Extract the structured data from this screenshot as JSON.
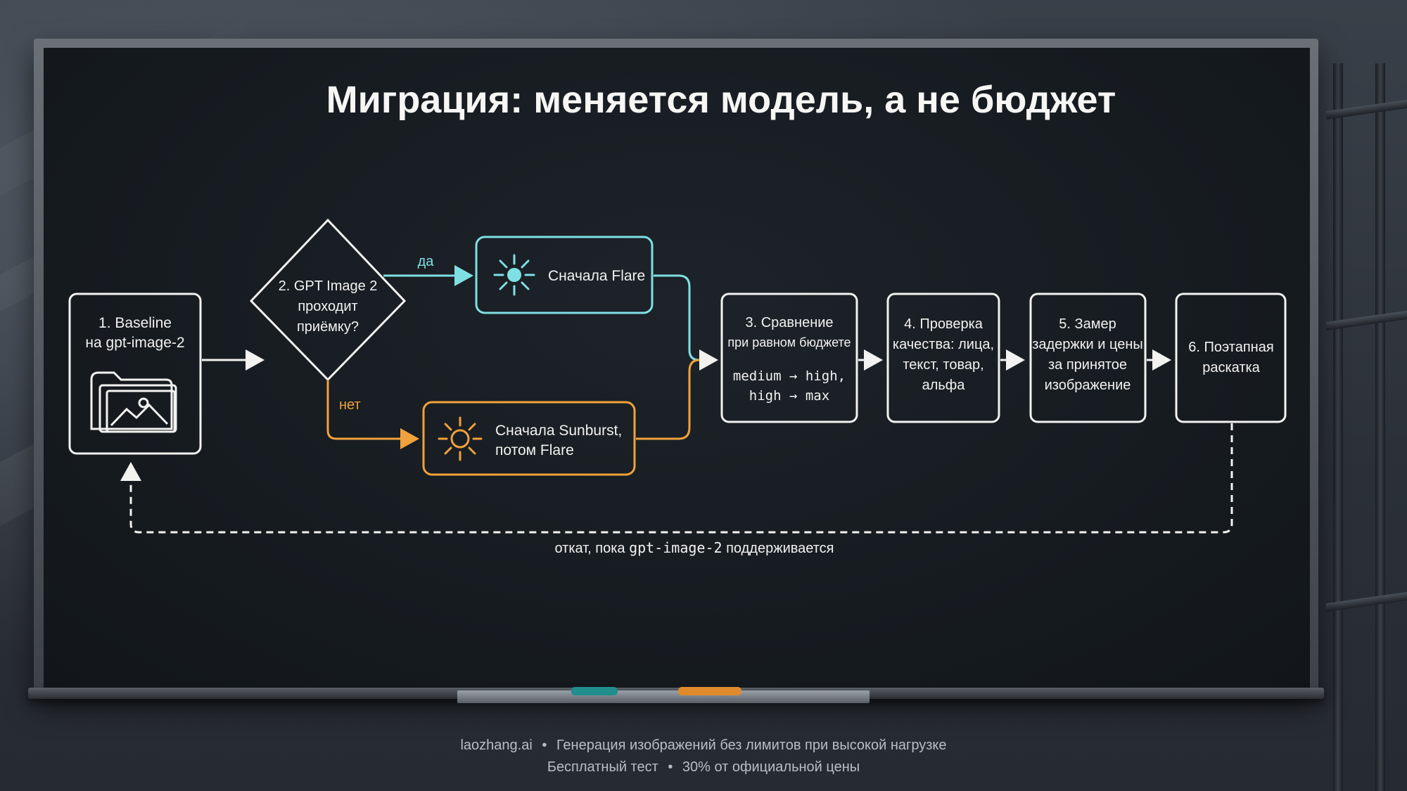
{
  "title": "Миграция: меняется модель, а не бюджет",
  "nodes": {
    "baseline": [
      "1. Baseline",
      "на gpt-image-2"
    ],
    "decision": [
      "2. GPT Image 2",
      "проходит",
      "приёмку?"
    ],
    "flare": "Сначала Flare",
    "sunburst": [
      "Сначала Sunburst,",
      "потом Flare"
    ],
    "compare": {
      "lines": [
        "3. Сравнение",
        "при равном бюджете"
      ],
      "code": [
        "medium → high,",
        "high → max"
      ]
    },
    "quality": [
      "4. Проверка",
      "качества: лица,",
      "текст, товар,",
      "альфа"
    ],
    "latency": [
      "5. Замер",
      "задержки и цены",
      "за принятое",
      "изображение"
    ],
    "rollout": [
      "6. Поэтапная",
      "раскатка"
    ]
  },
  "edges": {
    "yes": "да",
    "no": "нет",
    "rollback_prefix": "откат, пока ",
    "rollback_code": "gpt-image-2",
    "rollback_suffix": " поддерживается"
  },
  "icons": {
    "baseline": "image-folder-icon",
    "flare": "flare-icon",
    "sunburst": "sun-icon"
  },
  "colors": {
    "yes_branch": "#7fe0e3",
    "no_branch": "#f0a23c",
    "chalk": "#f2f2f0"
  },
  "footer": {
    "line1_brand": "laozhang.ai",
    "line1_sep": "•",
    "line1_text": "Генерация изображений без лимитов при высокой нагрузке",
    "line2_left": "Бесплатный тест",
    "line2_sep": "•",
    "line2_right": "30% от официальной цены"
  }
}
